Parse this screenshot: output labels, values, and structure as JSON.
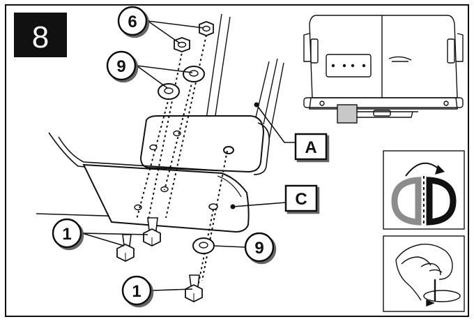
{
  "step": {
    "number": "8"
  },
  "callouts": {
    "c6": "6",
    "c9_top": "9",
    "c9_bottom": "9",
    "c1_top": "1",
    "c1_bottom": "1"
  },
  "labels": {
    "a": "A",
    "c": "C"
  },
  "icons": {
    "mirror": "mirror-symmetry-icon",
    "hand_tighten": "hand-tighten-icon",
    "van": "van-rear-view-icon"
  },
  "colors": {
    "ink": "#111111",
    "badge_bg": "#111111",
    "badge_text": "#ffffff",
    "mirror_left": "#8c8c8c",
    "mirror_right": "#111111",
    "highlight": "#c8c8c8"
  }
}
